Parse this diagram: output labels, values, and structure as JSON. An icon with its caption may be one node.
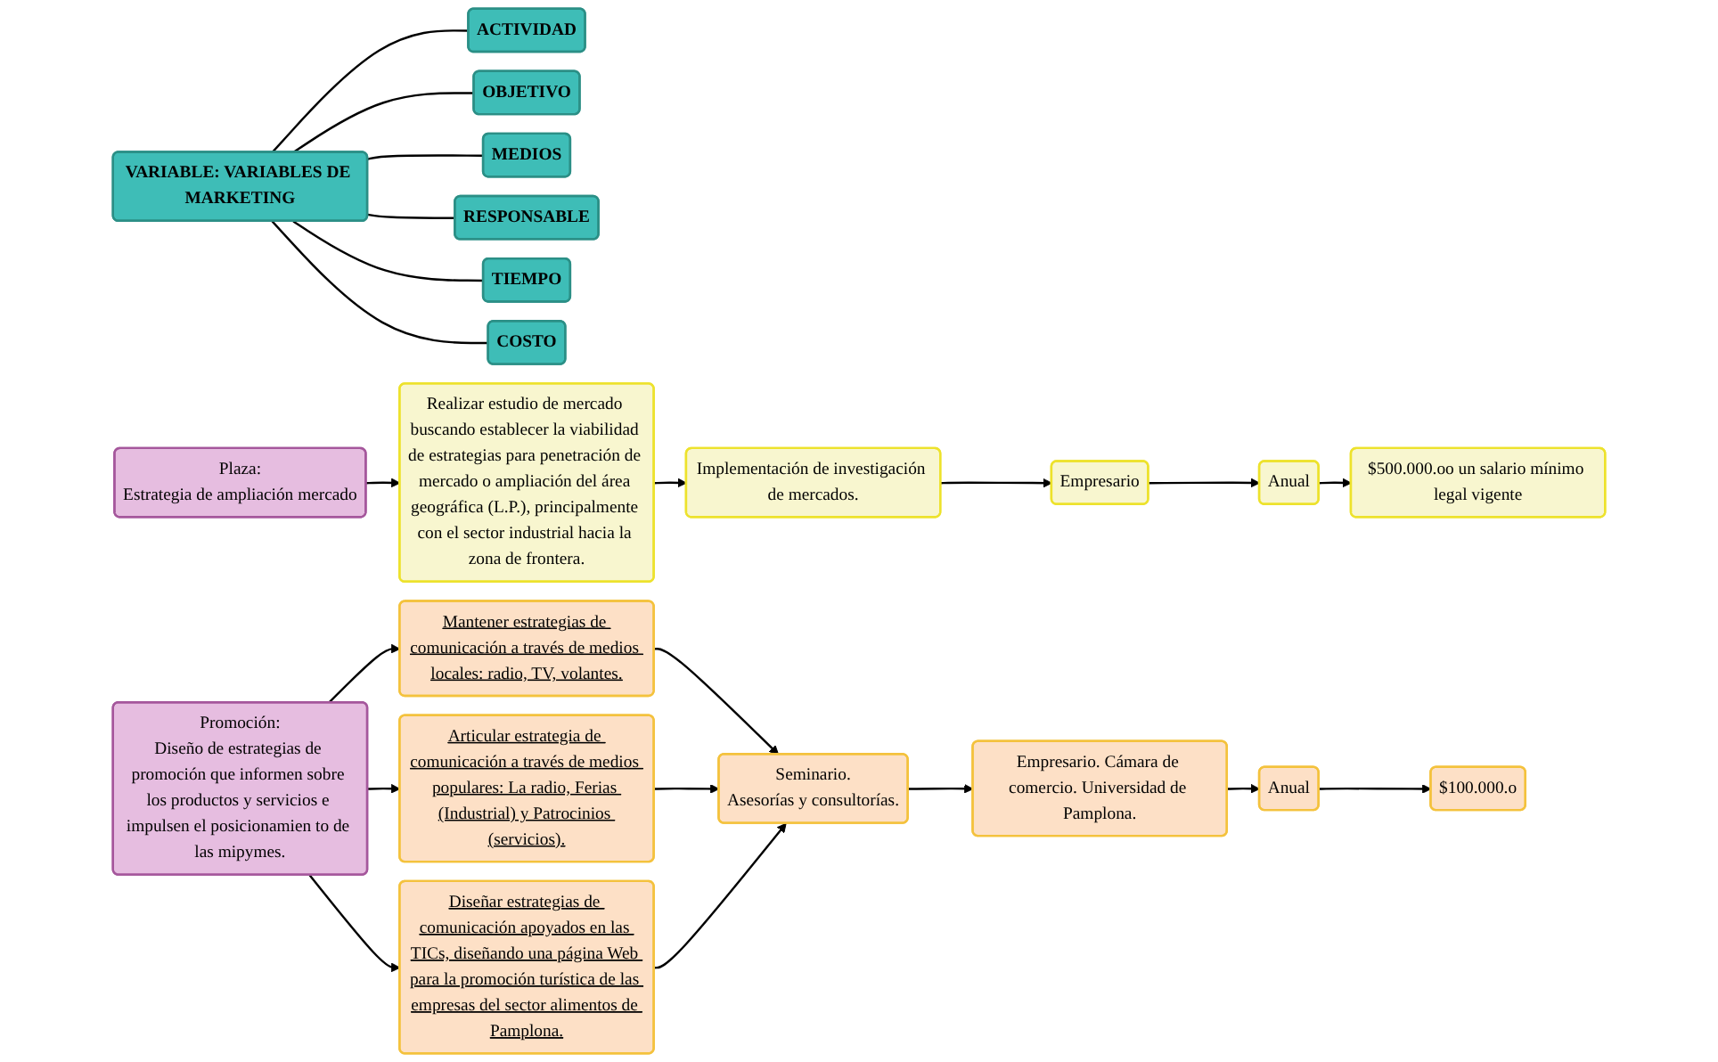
{
  "diagram": {
    "nodes": [
      {
        "text": [
          "VARIABLE: VARIABLES DE MARKETING"
        ]
      },
      {
        "text": [
          "ACTIVIDAD"
        ]
      },
      {
        "text": [
          "OBJETIVO"
        ]
      },
      {
        "text": [
          "MEDIOS"
        ]
      },
      {
        "text": [
          "RESPONSABLE"
        ]
      },
      {
        "text": [
          "TIEMPO"
        ]
      },
      {
        "text": [
          "COSTO"
        ]
      },
      {
        "text": [
          "Plaza:",
          "Estrategia de ampliación mercado"
        ]
      },
      {
        "text": [
          "Realizar estudio de mercado buscando establecer la viabilidad de estrategias para penetración de mercado o ampliación del área geográfica (L.P.), principalmente con el sector industrial hacia la zona de frontera."
        ]
      },
      {
        "text": [
          "Implementación de investigación de mercados."
        ]
      },
      {
        "text": [
          "Empresario"
        ]
      },
      {
        "text": [
          "Anual"
        ]
      },
      {
        "text": [
          "$500.000.oo un salario mínimo legal vigente"
        ]
      },
      {
        "text": [
          "Promoción:",
          "Diseño de estrategias de promoción que informen sobre los productos y servicios e impulsen el posicionamien to de las mipymes."
        ]
      },
      {
        "text": [
          "Mantener estrategias de comunicación a través de medios locales: radio, TV, volantes."
        ]
      },
      {
        "text": [
          "Articular estrategia de comunicación a través de medios populares: La radio, Ferias (Industrial) y Patrocinios (servicios)."
        ]
      },
      {
        "text": [
          "Diseñar estrategias de comunicación apoyados en las TICs, diseñando una página Web para la promoción turística de las empresas del sector alimentos de Pamplona."
        ]
      },
      {
        "text": [
          "Seminario.",
          "Asesorías y consultorías."
        ]
      },
      {
        "text": [
          "Empresario. Cámara de comercio. Universidad de Pamplona."
        ]
      },
      {
        "text": [
          "Anual"
        ]
      },
      {
        "text": [
          "$100.000.o"
        ]
      }
    ],
    "edges": [
      {
        "from": 0,
        "to": 1,
        "arrow": "none"
      },
      {
        "from": 0,
        "to": 2,
        "arrow": "none"
      },
      {
        "from": 0,
        "to": 3,
        "arrow": "none"
      },
      {
        "from": 0,
        "to": 4,
        "arrow": "none"
      },
      {
        "from": 0,
        "to": 5,
        "arrow": "none"
      },
      {
        "from": 0,
        "to": 6,
        "arrow": "none"
      },
      {
        "from": 7,
        "to": 8,
        "arrow": "to"
      },
      {
        "from": 8,
        "to": 9,
        "arrow": "to"
      },
      {
        "from": 9,
        "to": 10,
        "arrow": "to"
      },
      {
        "from": 10,
        "to": 11,
        "arrow": "to"
      },
      {
        "from": 11,
        "to": 12,
        "arrow": "to"
      },
      {
        "from": 13,
        "to": 14,
        "arrow": "to"
      },
      {
        "from": 13,
        "to": 15,
        "arrow": "to"
      },
      {
        "from": 13,
        "to": 16,
        "arrow": "to"
      },
      {
        "from": 14,
        "to": 17,
        "arrow": "to"
      },
      {
        "from": 15,
        "to": 17,
        "arrow": "to"
      },
      {
        "from": 16,
        "to": 17,
        "arrow": "to"
      },
      {
        "from": 17,
        "to": 18,
        "arrow": "to"
      },
      {
        "from": 18,
        "to": 19,
        "arrow": "to"
      },
      {
        "from": 19,
        "to": 20,
        "arrow": "to"
      }
    ]
  }
}
